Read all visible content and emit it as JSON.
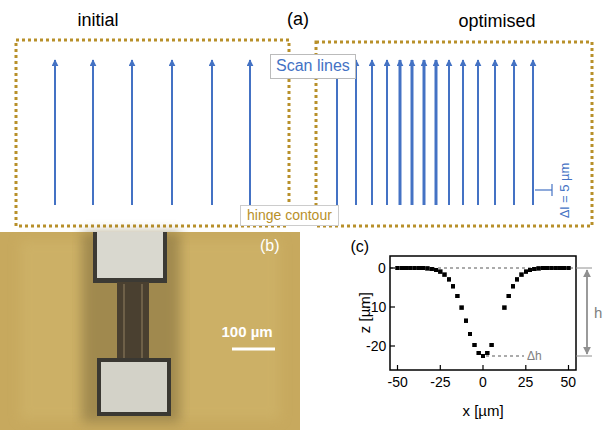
{
  "diagram": {
    "nodes": [
      {
        "text": [
          "Scan lines"
        ]
      },
      {
        "text": [
          "hinge contour"
        ]
      }
    ],
    "labels": [
      "initial",
      "(a)",
      "optimised",
      "Δl = 5 µm",
      "(b)",
      "100 µm",
      "(c)",
      "z [µm]",
      "x [µm]",
      "0",
      "-10",
      "-20",
      "-50",
      "-25",
      "0",
      "25",
      "50",
      "h",
      "Δh"
    ]
  }
}
